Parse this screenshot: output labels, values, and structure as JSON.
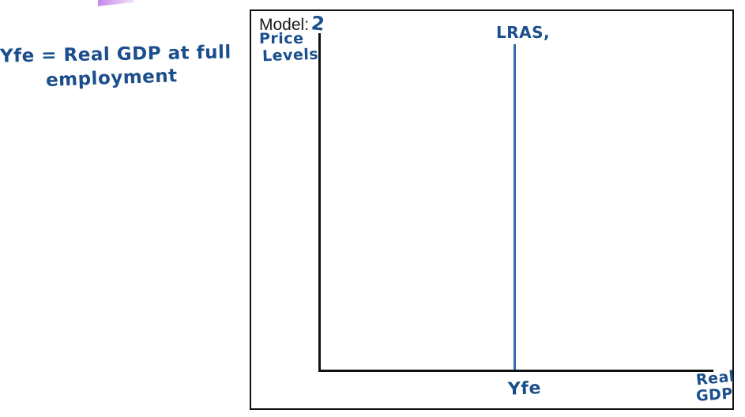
{
  "annotation": {
    "line1": "Yfe = Real GDP at full",
    "line2": "employment"
  },
  "chart": {
    "model_label": "Model:",
    "model_number": "2",
    "y_axis_label_line1": "Price",
    "y_axis_label_line2": "Levels",
    "x_axis_label_line1": "Real",
    "x_axis_label_line2": "GDP",
    "curve_label": "LRAS,",
    "x_tick_label": "Yfe"
  },
  "colors": {
    "handwriting_ink": "#1a4e8c",
    "lras_line_blue": "#2e6da8",
    "axis_black": "#111111",
    "highlighter_purple": "#c887e8"
  },
  "chart_data": {
    "type": "line",
    "title": "Model: 2",
    "xlabel": "Real GDP",
    "ylabel": "Price Levels",
    "x_ticks": [
      "Yfe"
    ],
    "y_ticks": [],
    "grid": false,
    "legend": false,
    "series": [
      {
        "name": "LRAS,",
        "shape": "vertical-line",
        "x": "Yfe",
        "y_extent": "full height of plot area"
      }
    ],
    "annotations": [
      "Yfe = Real GDP at full employment"
    ]
  }
}
